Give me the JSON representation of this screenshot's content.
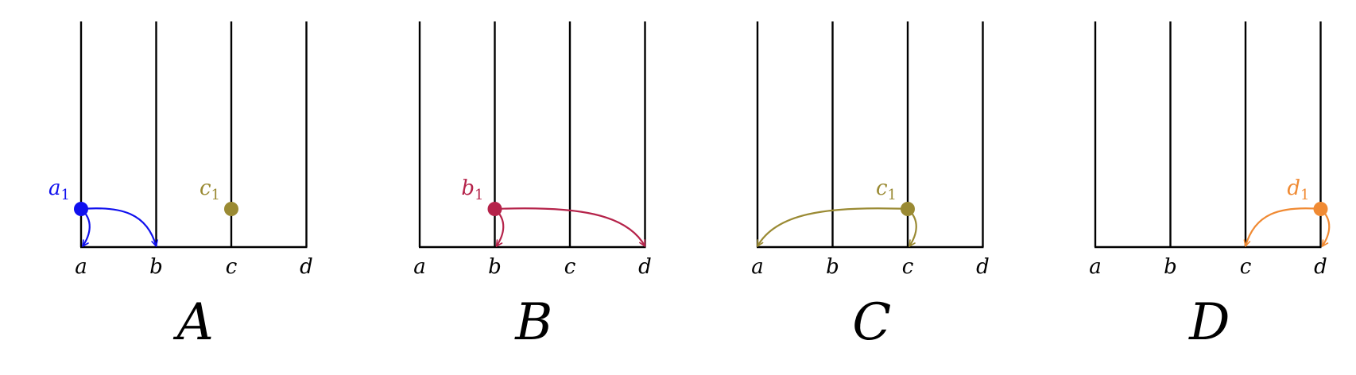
{
  "panels": [
    {
      "caption": "A",
      "axis_labels": [
        "a",
        "b",
        "c",
        "d"
      ],
      "points": [
        {
          "base": "a",
          "sub": "1",
          "line": "a",
          "color": "#1010ee"
        },
        {
          "base": "c",
          "sub": "1",
          "line": "c",
          "color": "#9a8a33"
        }
      ],
      "arrows": [
        {
          "from": "a",
          "to": "a",
          "color": "#1010ee"
        },
        {
          "from": "a",
          "to": "b",
          "color": "#1010ee"
        }
      ]
    },
    {
      "caption": "B",
      "axis_labels": [
        "a",
        "b",
        "c",
        "d"
      ],
      "points": [
        {
          "base": "b",
          "sub": "1",
          "line": "b",
          "color": "#b5234a"
        }
      ],
      "arrows": [
        {
          "from": "b",
          "to": "b",
          "color": "#b5234a"
        },
        {
          "from": "b",
          "to": "d",
          "color": "#b5234a"
        }
      ]
    },
    {
      "caption": "C",
      "axis_labels": [
        "a",
        "b",
        "c",
        "d"
      ],
      "points": [
        {
          "base": "c",
          "sub": "1",
          "line": "c",
          "color": "#9a8a33"
        }
      ],
      "arrows": [
        {
          "from": "c",
          "to": "c",
          "color": "#9a8a33"
        },
        {
          "from": "c",
          "to": "a",
          "color": "#9a8a33"
        }
      ]
    },
    {
      "caption": "D",
      "axis_labels": [
        "a",
        "b",
        "c",
        "d"
      ],
      "points": [
        {
          "base": "d",
          "sub": "1",
          "line": "d",
          "color": "#f08a33"
        }
      ],
      "arrows": [
        {
          "from": "d",
          "to": "d",
          "color": "#f08a33"
        },
        {
          "from": "d",
          "to": "c",
          "color": "#f08a33"
        }
      ]
    }
  ]
}
